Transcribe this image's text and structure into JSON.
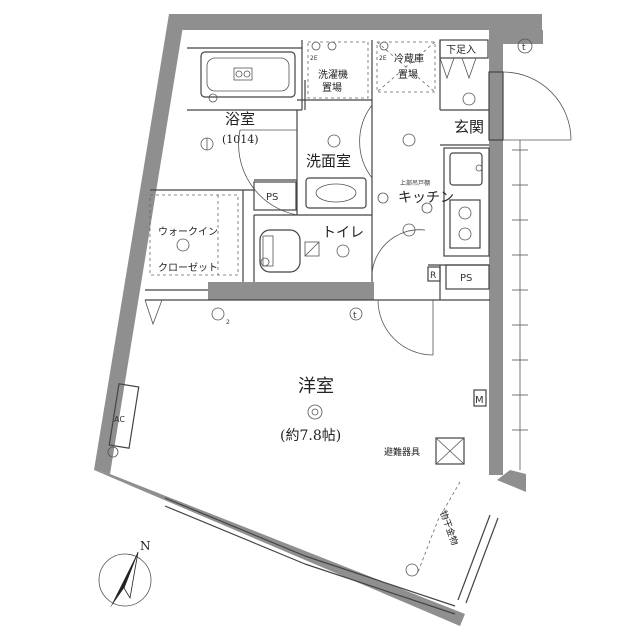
{
  "rooms": {
    "western": "洋室",
    "western_size": "(約7.8帖)",
    "bath": "浴室",
    "bath_size": "(1014)",
    "washroom": "洗面室",
    "toilet": "トイレ",
    "kitchen": "キッチン",
    "entrance": "玄関",
    "walkin_1": "ウォークイン",
    "walkin_2": "クローゼット"
  },
  "labels": {
    "ps_1": "PS",
    "ps_2": "PS",
    "shoebox": "下足入",
    "washer_1": "洗濯機",
    "washer_2": "置場",
    "fridge_1": "冷蔵庫",
    "fridge_2": "置場",
    "upper_cabinet": "上部吊戸棚",
    "evac": "避難器具",
    "ac": "AC",
    "meter": "M",
    "r": "R",
    "t1": "t",
    "t2": "t",
    "two_e_1": "2E",
    "two_e_2": "2E",
    "north": "N",
    "rail": "物干金物",
    "sub_2": "2"
  }
}
